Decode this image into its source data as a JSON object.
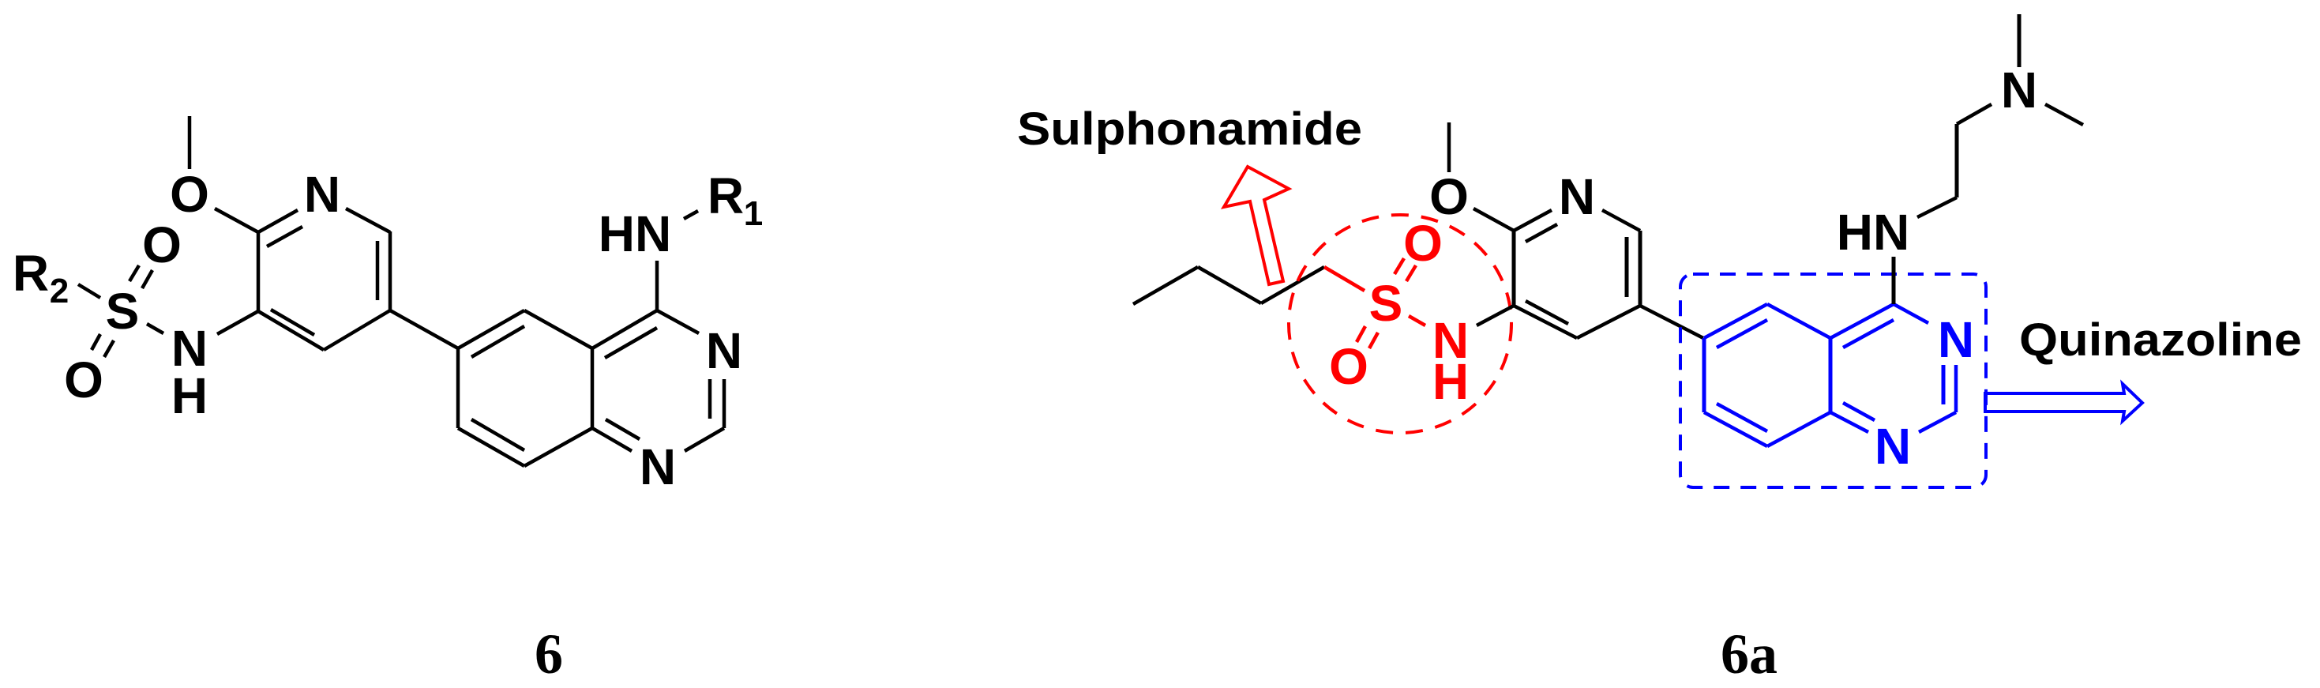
{
  "figure": {
    "colors": {
      "bond": "#000000",
      "sulphonamide_highlight": "#ff0000",
      "quinazoline_highlight": "#0000ff",
      "background": "#ffffff"
    },
    "compound_6": {
      "label": "6",
      "atoms": {
        "methoxy_O": "O",
        "pyridine_N": "N",
        "R2": "R",
        "R2_sub": "2",
        "S": "S",
        "sulfonyl_O_top": "O",
        "sulfonyl_O_bottom": "O",
        "amide_N": "N",
        "amide_H": "H",
        "amine_HN": "HN",
        "R1": "R",
        "R1_sub": "1",
        "quinazoline_N3": "N",
        "quinazoline_N1": "N"
      }
    },
    "compound_6a": {
      "label": "6a",
      "atoms": {
        "methoxy_O": "O",
        "pyridine_N": "N",
        "S": "S",
        "sulfonyl_O_top": "O",
        "sulfonyl_O_bottom": "O",
        "amide_N": "N",
        "amide_H": "H",
        "amine_HN": "HN",
        "dimethylamino_N": "N",
        "quinazoline_N3": "N",
        "quinazoline_N1": "N"
      },
      "callouts": {
        "sulphonamide": "Sulphonamide",
        "quinazoline": "Quinazoline"
      }
    }
  }
}
